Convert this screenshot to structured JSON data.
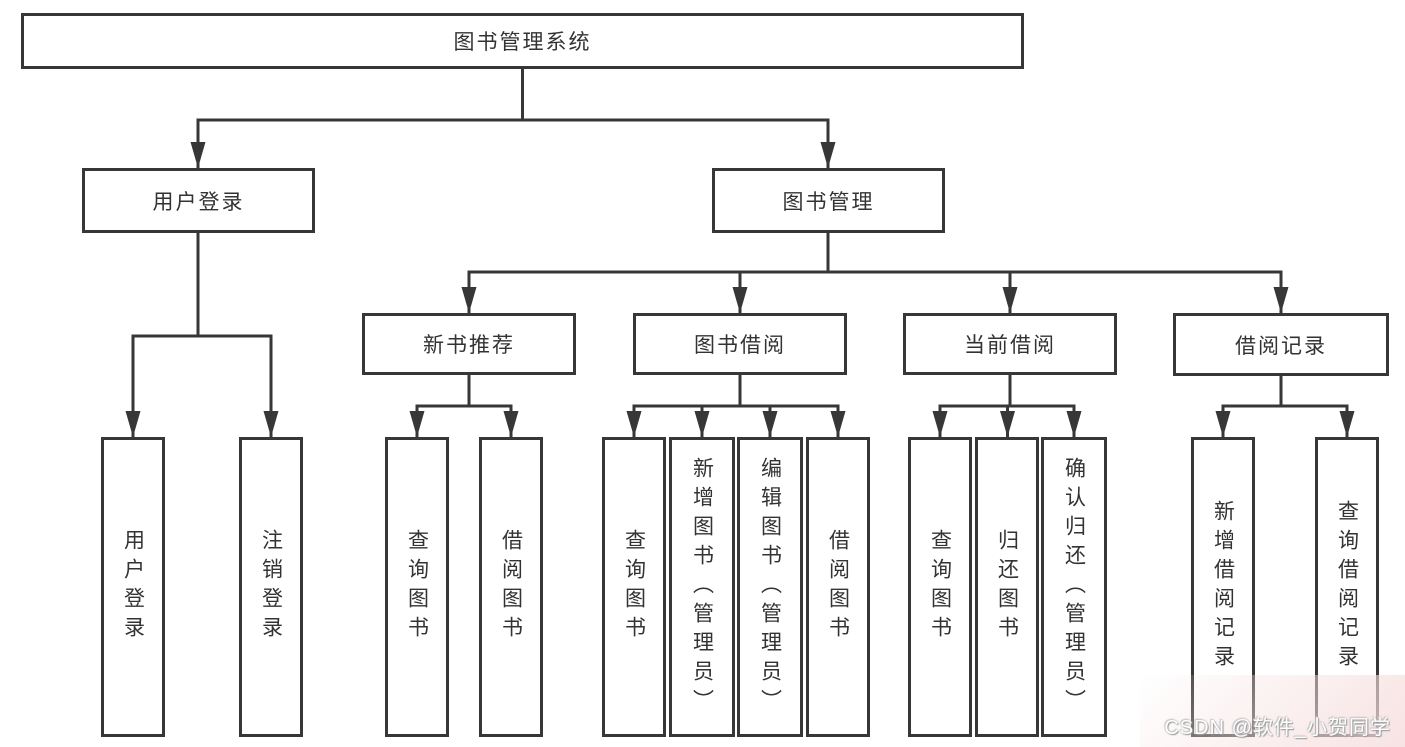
{
  "diagram": {
    "root": "图书管理系统",
    "branches": [
      {
        "label": "用户登录",
        "children": [
          "用户登录",
          "注销登录"
        ]
      },
      {
        "label": "图书管理",
        "groups": [
          {
            "label": "新书推荐",
            "children": [
              "查询图书",
              "借阅图书"
            ]
          },
          {
            "label": "图书借阅",
            "children": [
              "查询图书",
              "新增图书（管理员）",
              "编辑图书（管理员）",
              "借阅图书"
            ]
          },
          {
            "label": "当前借阅",
            "children": [
              "查询图书",
              "归还图书",
              "确认归还（管理员）"
            ]
          },
          {
            "label": "借阅记录",
            "children": [
              "新增借阅记录",
              "查询借阅记录"
            ]
          }
        ]
      }
    ]
  },
  "watermark": "CSDN @软件_小贺同学",
  "colors": {
    "line": "#373737",
    "text": "#333333",
    "background": "#ffffff",
    "watermark_text": "#ffffff",
    "corner_tint": "#f6dcdc"
  }
}
